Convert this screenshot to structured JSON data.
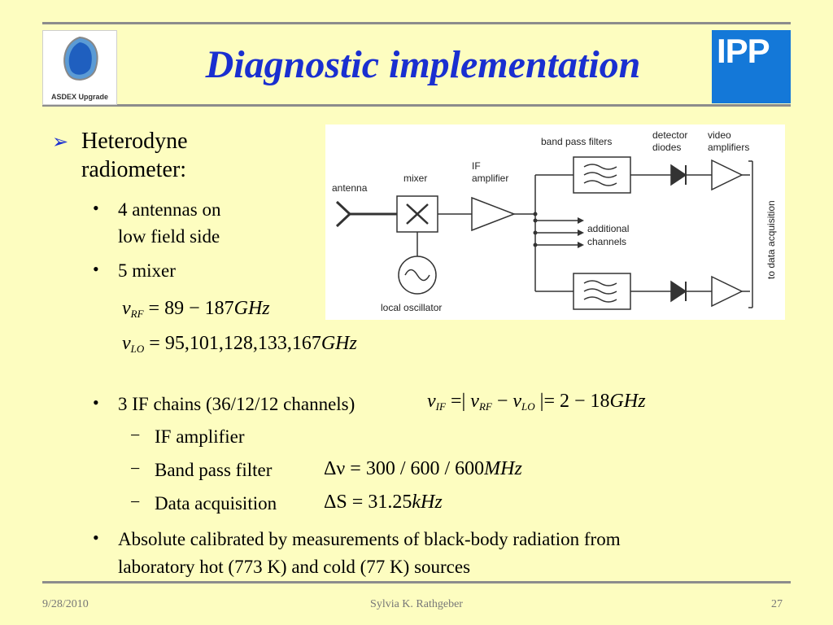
{
  "slide": {
    "title": "Diagnostic implementation",
    "logo_left_label": "ASDEX Upgrade",
    "logo_right_label": "IPP",
    "bullet1": {
      "line1": "Heterodyne",
      "line2": "radiometer:"
    },
    "sub": {
      "antennas_line1": "4 antennas on",
      "antennas_line2": "low field side",
      "mixer": "5 mixer",
      "if_chains": "3 IF chains (36/12/12 channels)",
      "dash1": "IF amplifier",
      "dash2": "Band pass filter",
      "dash3": "Data acquisition",
      "calib_line1": "Absolute calibrated by measurements of black-body radiation from",
      "calib_line2": "laboratory hot (773 K) and cold (77 K) sources"
    },
    "equations": {
      "rf": {
        "sym": "ν",
        "sub": "RF",
        "rhs": "= 89 − 187",
        "unit": "GHz"
      },
      "lo": {
        "sym": "ν",
        "sub": "LO",
        "rhs": "= 95,101,128,133,167",
        "unit": "GHz"
      },
      "if": {
        "sym": "ν",
        "sub": "IF",
        "rhs1": " =| ",
        "sym2": "ν",
        "sub2": "RF",
        "rhs2": " − ",
        "sym3": "ν",
        "sub3": "LO",
        "rhs3": " |= 2 − 18",
        "unit": "GHz"
      },
      "dnu": {
        "lhs": "Δν",
        "rhs": " = 300 / 600 / 600",
        "unit": "MHz"
      },
      "ds": {
        "lhs": "ΔS",
        "rhs": " = 31.25",
        "unit": "kHz"
      }
    },
    "diagram_labels": {
      "antenna": "antenna",
      "mixer": "mixer",
      "if_amp_1": "IF",
      "if_amp_2": "amplifier",
      "bpf": "band pass filters",
      "det_1": "detector",
      "det_2": "diodes",
      "video_1": "video",
      "video_2": "amplifiers",
      "add_1": "additional",
      "add_2": "channels",
      "lo": "local oscillator",
      "daq": "to data acquisition"
    },
    "footer": {
      "date": "9/28/2010",
      "author": "Sylvia K. Rathgeber",
      "page": "27"
    }
  }
}
